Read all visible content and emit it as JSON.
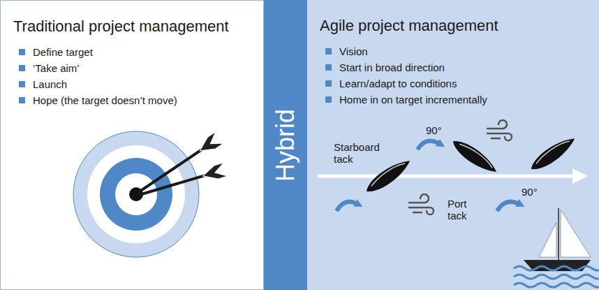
{
  "diagram": {
    "nodes": [
      {
        "text": [
          "Traditional project management",
          "Define target",
          "‘Take aim’",
          "Launch",
          "Hope (the target doesn’t move)"
        ]
      },
      {
        "text": [
          "Hybrid"
        ]
      },
      {
        "text": [
          "Agile project management",
          "Vision",
          "Start in broad direction",
          "Learn/adapt to conditions",
          "Home in on target incrementally"
        ]
      }
    ],
    "labels": [
      "Starboard tack",
      "90°",
      "Port tack",
      "90°"
    ]
  }
}
